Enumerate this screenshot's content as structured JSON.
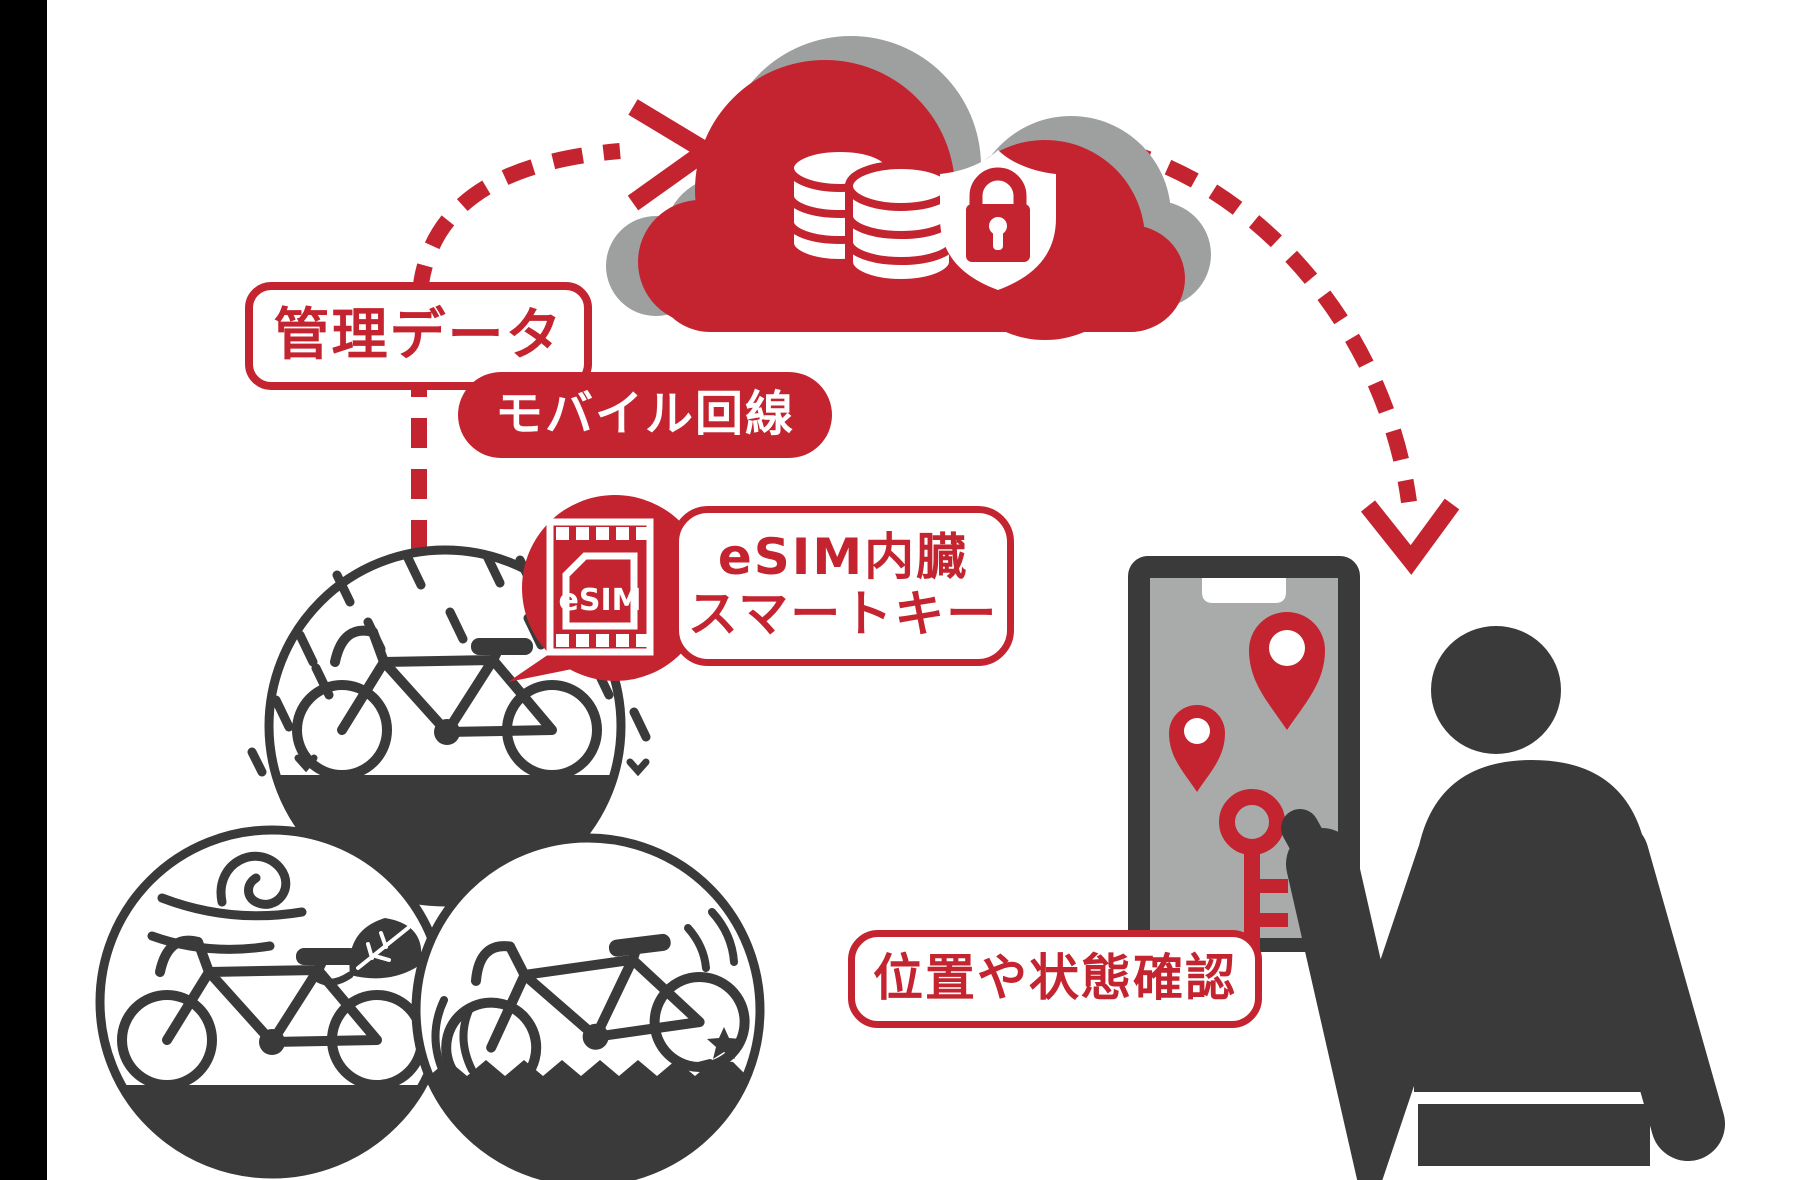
{
  "colors": {
    "accent_red": "#c4242f",
    "dark_charcoal": "#3a3a3a",
    "cloud_shadow_gray": "#9e9f9f",
    "phone_screen_gray": "#a9abab",
    "left_bar_black": "#000000",
    "background": "#ffffff"
  },
  "labels": {
    "management_data": "管理データ",
    "mobile_line": "モバイル回線",
    "esim_key_line1": "eSIM内臓",
    "esim_key_line2": "スマートキー",
    "esim_chip": "eSIM",
    "location_status": "位置や状態確認"
  },
  "icons": {
    "cloud": "cloud-storage-icon",
    "database": "database-icon",
    "shield_lock": "shield-lock-icon",
    "esim_chip": "esim-chip-icon",
    "speech_bubble": "speech-bubble",
    "bicycle": "bicycle-icon",
    "rain": "rain-icon",
    "wind": "wind-icon",
    "leaf": "leaf-icon",
    "shake": "shake-icon",
    "star": "star-icon",
    "smartphone": "smartphone-icon",
    "map_pin": "map-pin-icon",
    "key": "key-icon",
    "person": "person-icon",
    "arrow_up": "dashed-arrow-up-icon",
    "arrow_down": "dashed-arrow-down-icon"
  }
}
